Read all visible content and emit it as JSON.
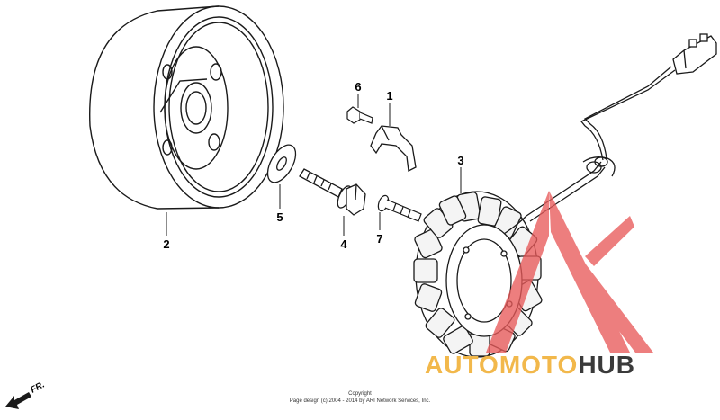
{
  "callouts": {
    "part1": "1",
    "part2": "2",
    "part3": "3",
    "part4": "4",
    "part5": "5",
    "part6": "6",
    "part7": "7"
  },
  "direction_marker": "FR.",
  "copyright": {
    "line1": "Copyright",
    "line2": "Page design (c) 2004 - 2014 by ARI Network Services, Inc."
  },
  "watermark": {
    "part_a": "AUTOMOTO",
    "part_b": "HUB",
    "color_a": "#f2b84b",
    "color_b": "#3a3a3a",
    "triangle_color": "#e85a5a"
  },
  "line_color": "#1a1a1a"
}
